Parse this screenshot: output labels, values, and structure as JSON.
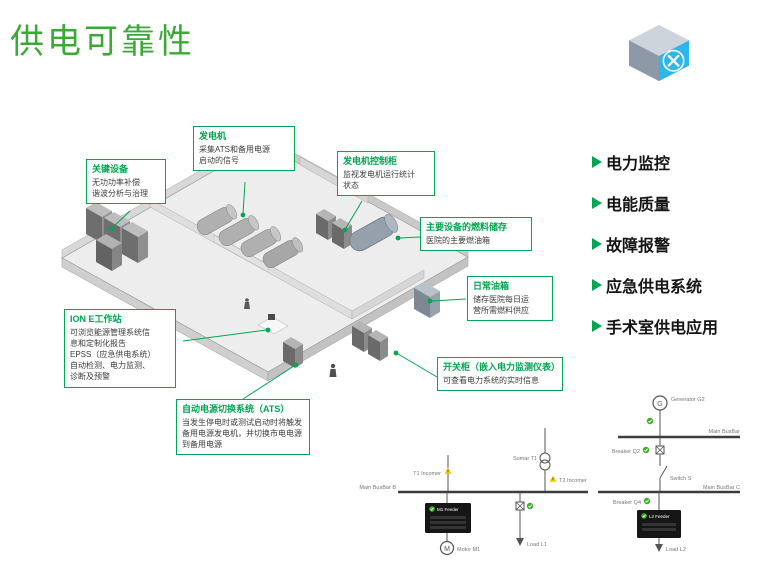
{
  "title": "供电可靠性",
  "colors": {
    "accent": "#00a651",
    "title_green": "#3aaa35",
    "cube_blue": "#2eb5ea"
  },
  "bullets": [
    "电力监控",
    "电能质量",
    "故障报警",
    "应急供电系统",
    "手术室供电应用"
  ],
  "callouts": [
    {
      "key": "generator",
      "title": "发电机",
      "body": "采集ATS和备用电源\n启动的信号"
    },
    {
      "key": "key-equipment",
      "title": "关键设备",
      "body": "无功功率补偿\n谐波分析与治理"
    },
    {
      "key": "generator-control",
      "title": "发电机控制柜",
      "body": "监视发电机运行统计\n状态"
    },
    {
      "key": "fuel-storage",
      "title": "主要设备的燃料储存",
      "body": "医院的主要燃油箱"
    },
    {
      "key": "daily-tank",
      "title": "日常油箱",
      "body": "储存医院每日运\n营所需燃料供应"
    },
    {
      "key": "ion-workstation",
      "title": "ION E工作站",
      "body": "可浏览能源管理系统信\n息和定制化报告\nEPSS（应急供电系统）\n自动检测、电力监测、\n诊断及预警"
    },
    {
      "key": "ats",
      "title": "自动电源切换系统（ATS）",
      "body": "当发生停电时或测试启动时将触发\n备用电源发电机，并切换市电电源\n到备用电源"
    },
    {
      "key": "switchgear",
      "title": "开关柜（嵌入电力监测仪表）",
      "body": "可查看电力系统的实时信息"
    }
  ],
  "sld": {
    "generator": "Generator G2",
    "main_busbar": "Main BusBar",
    "breaker_q2": "Breaker Q2",
    "switch_s": "Switch S",
    "transformer": "Sumar T1",
    "t1_incomer": "T1 Incomer",
    "t2_incomer": "T2 Incomer",
    "bus_b": "Main BusBar B",
    "bus_c": "Main BusBar C",
    "m1_feeder": "M1 Feeder",
    "breaker_q4": "Breaker Q4",
    "l2_feeder": "L2 Feeder",
    "motor": "Motor M1",
    "load_l1": "Load L1",
    "load_l2": "Load L2",
    "g_symbol": "G",
    "m_symbol": "M"
  }
}
